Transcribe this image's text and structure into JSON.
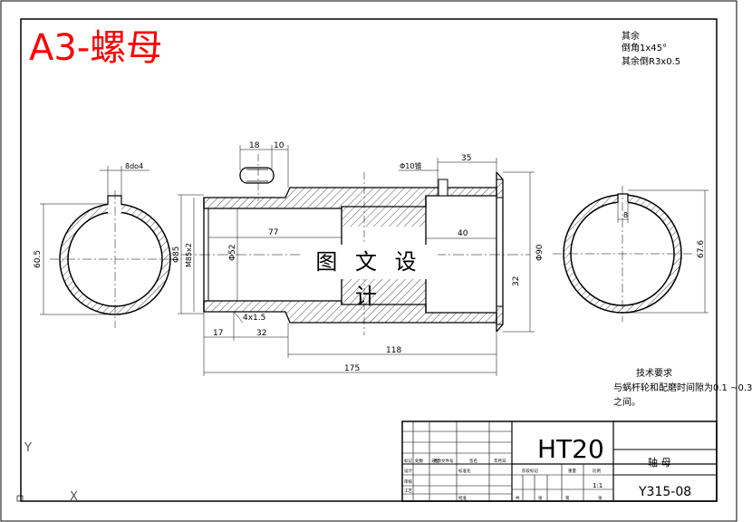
{
  "title": "A3-螺母",
  "watermark": "图 文 设 计",
  "notes_top": {
    "heading": "其余",
    "line1": "倒角1x45°",
    "line2": "其余倒R3x0.5"
  },
  "tech_requirements": {
    "heading": "技术要求",
    "line1": "与蜗杆轮和配磨时间隙为0.1 ~0.3",
    "line2": "之间。"
  },
  "dimensions": {
    "keyway_left": "8do4",
    "slot_18": "18",
    "slot_10": "10",
    "dia_10": "Φ10锥",
    "len_35": "35",
    "dia_85": "Φ85",
    "thread": "M85x2",
    "len_77": "77",
    "dia_52": "Φ52",
    "len_40": "40",
    "dia_90": "Φ90",
    "len_32_right": "32",
    "groove": "4x1.5",
    "len_17": "17",
    "len_32": "32",
    "len_118": "118",
    "len_175": "175",
    "left_depth": "60.5",
    "right_depth": "67.6",
    "right_key": "8"
  },
  "title_block": {
    "material": "HT20",
    "part_name": "轴 母",
    "drawing_number": "Y315-08",
    "scale": "1:1",
    "small_labels": [
      "标记",
      "处数",
      "分区",
      "更改文件号",
      "签名",
      "年月日",
      "设计",
      "标准化",
      "审核",
      "工艺",
      "批准",
      "阶段标记",
      "重量",
      "比例",
      "共",
      "张",
      "第",
      "张"
    ]
  },
  "ucs": {
    "y_label": "Y",
    "x_label": "X"
  },
  "colors": {
    "border": "#000000",
    "title": "#ff0000",
    "hatch": "#000000",
    "background": "#ffffff"
  }
}
